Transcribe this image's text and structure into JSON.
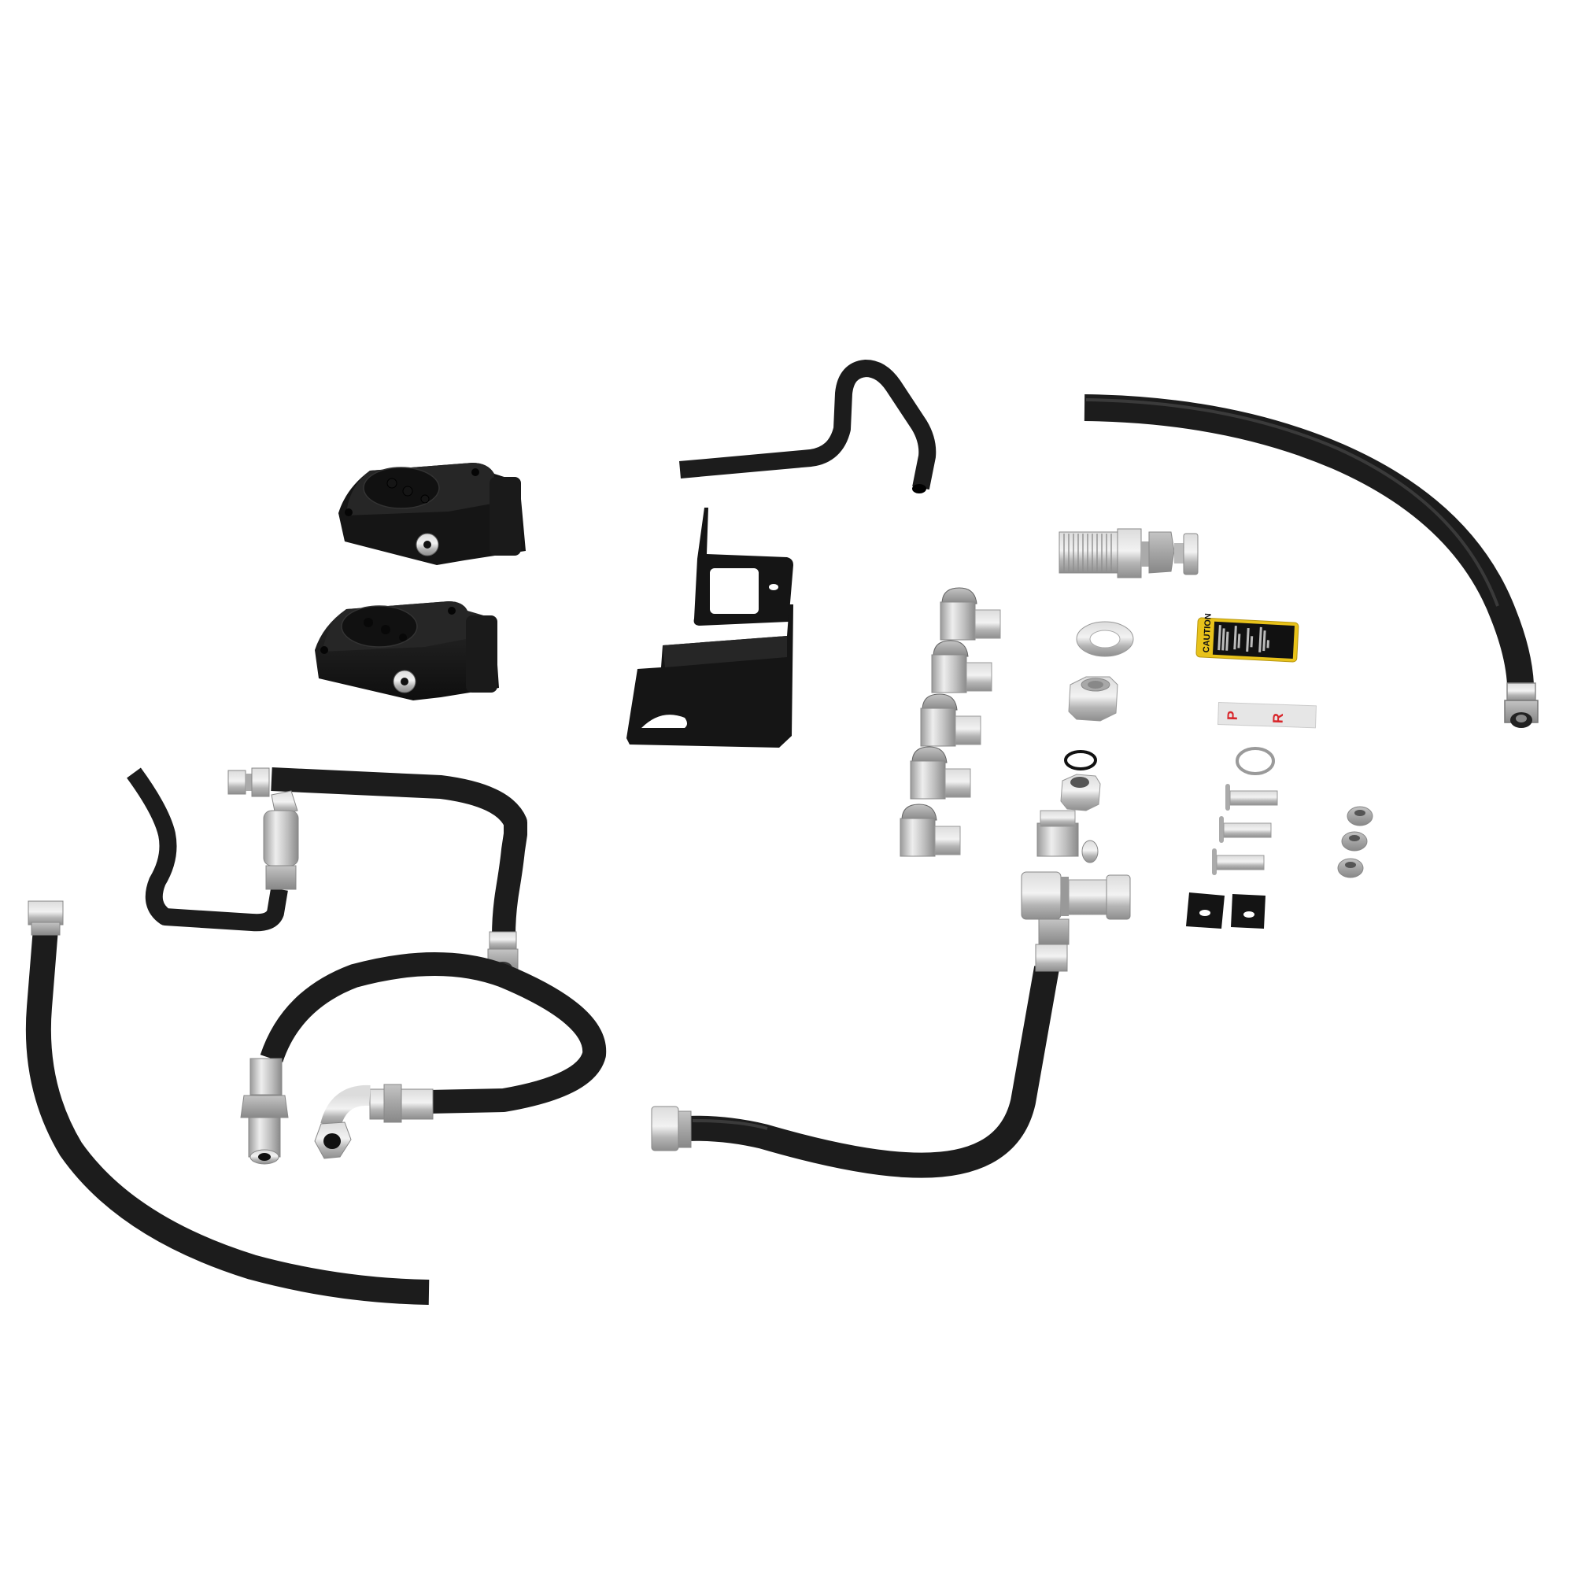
{
  "scene": {
    "title": "Hydraulic kit exploded parts view",
    "background": "#ffffff",
    "colors": {
      "hose": "#1c1c1c",
      "anodized_black": "#151515",
      "steel": "#b8b8b8",
      "caution_yellow": "#e8c21a",
      "port_label_red": "#d8262b",
      "port_label_bg": "#e6e6e6"
    }
  },
  "decals": {
    "caution": {
      "heading": "CAUTION",
      "warning_symbol": "warning-triangle-icon"
    },
    "port_labels": {
      "left": "P",
      "right": "R"
    }
  },
  "parts": [
    {
      "id": "valve-block-upper",
      "type": "valve-manifold-block"
    },
    {
      "id": "valve-block-lower",
      "type": "valve-manifold-block"
    },
    {
      "id": "mounting-bracket-small",
      "type": "bracket"
    },
    {
      "id": "mounting-bracket-large",
      "type": "bracket"
    },
    {
      "id": "bent-tube-top",
      "type": "formed-hose"
    },
    {
      "id": "long-hose-top-right",
      "type": "hose-with-fitting"
    },
    {
      "id": "bulkhead-fitting",
      "type": "fitting"
    },
    {
      "id": "elbow-fittings",
      "type": "elbow-fitting",
      "count": 5
    },
    {
      "id": "flat-washer",
      "type": "washer"
    },
    {
      "id": "hex-nut",
      "type": "nut"
    },
    {
      "id": "o-ring",
      "type": "seal"
    },
    {
      "id": "jam-nut",
      "type": "nut"
    },
    {
      "id": "retaining-ring",
      "type": "snap-ring"
    },
    {
      "id": "carriage-bolts",
      "type": "bolt",
      "count": 3
    },
    {
      "id": "flange-nuts",
      "type": "nut",
      "count": 3
    },
    {
      "id": "rubber-spacers",
      "type": "spacer",
      "count": 2
    },
    {
      "id": "tee-coupler-assembly",
      "type": "quick-coupler"
    },
    {
      "id": "formed-hose-assembly-middle",
      "type": "hose-assembly"
    },
    {
      "id": "hose-long-left",
      "type": "hose-with-fitting"
    },
    {
      "id": "hose-loop-coupler",
      "type": "hose-with-coupler"
    },
    {
      "id": "hose-bottom-right",
      "type": "hose-with-fitting"
    }
  ]
}
